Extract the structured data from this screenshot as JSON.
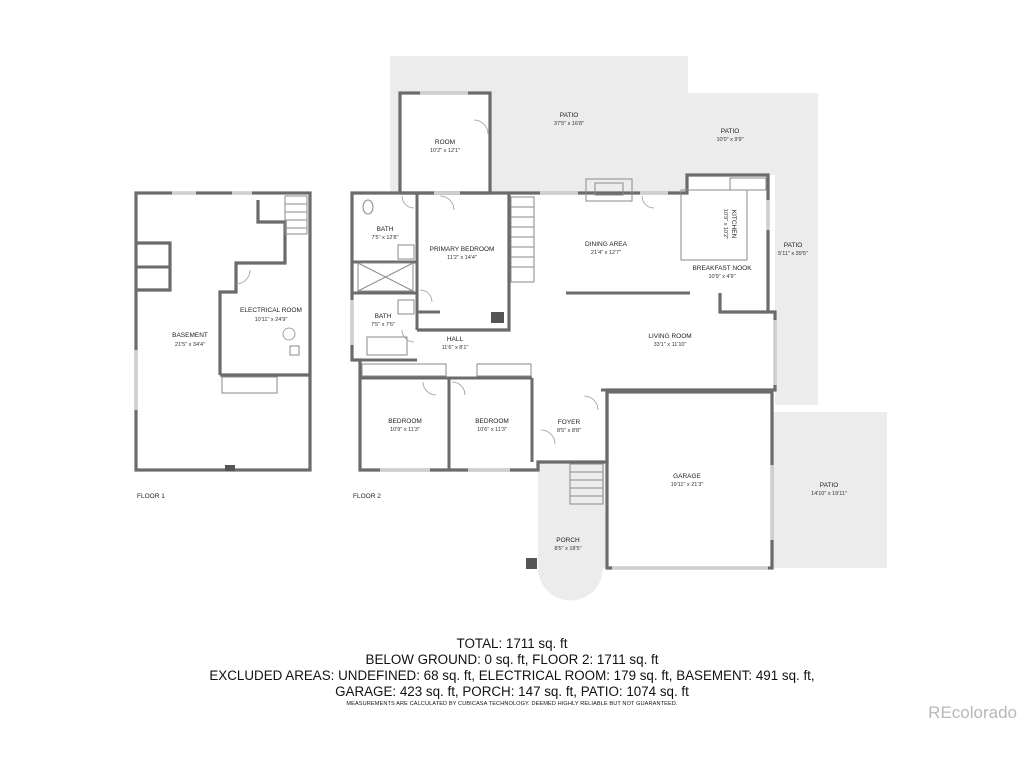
{
  "floors": {
    "floor1": "FLOOR 1",
    "floor2": "FLOOR 2"
  },
  "rooms": {
    "basement": {
      "name": "BASEMENT",
      "dims": "21'5\" x 34'4\""
    },
    "electrical_room": {
      "name": "ELECTRICAL ROOM",
      "dims": "10'11\" x 24'9\""
    },
    "room": {
      "name": "ROOM",
      "dims": "10'2\" x 12'1\""
    },
    "patio_top": {
      "name": "PATIO",
      "dims": "37'5\" x 16'8\""
    },
    "patio_top_right": {
      "name": "PATIO",
      "dims": "10'0\" x 9'9\""
    },
    "bath_1": {
      "name": "BATH",
      "dims": "7'5\" x 12'8\""
    },
    "primary_bedroom": {
      "name": "PRIMARY BEDROOM",
      "dims": "11'2\" x 14'4\""
    },
    "dining_area": {
      "name": "DINING AREA",
      "dims": "21'4\" x 12'7\""
    },
    "kitchen": {
      "name": "KITCHEN",
      "dims": "10'9\" x 10'2\""
    },
    "breakfast_nook": {
      "name": "BREAKFAST NOOK",
      "dims": "10'9\" x 4'9\""
    },
    "patio_side": {
      "name": "PATIO",
      "dims": "5'11\" x 39'5\""
    },
    "bath_2": {
      "name": "BATH",
      "dims": "7'5\" x 7'6\""
    },
    "hall": {
      "name": "HALL",
      "dims": "11'6\" x 8'1\""
    },
    "living_room": {
      "name": "LIVING ROOM",
      "dims": "33'1\" x 11'10\""
    },
    "bedroom_1": {
      "name": "BEDROOM",
      "dims": "10'9\" x 11'3\""
    },
    "bedroom_2": {
      "name": "BEDROOM",
      "dims": "10'6\" x 11'3\""
    },
    "foyer": {
      "name": "FOYER",
      "dims": "8'5\" x 8'8\""
    },
    "garage": {
      "name": "GARAGE",
      "dims": "19'11\" x 21'3\""
    },
    "patio_bottom": {
      "name": "PATIO",
      "dims": "14'10\" x 19'11\""
    },
    "porch": {
      "name": "PORCH",
      "dims": "8'5\" x 18'5\""
    }
  },
  "summary": {
    "total": "TOTAL: 1711 sq. ft",
    "below_ground": "BELOW GROUND: 0 sq. ft, FLOOR 2: 1711 sq. ft",
    "excluded_line1": "EXCLUDED AREAS: UNDEFINED: 68 sq. ft, ELECTRICAL ROOM: 179 sq. ft, BASEMENT: 491 sq. ft,",
    "excluded_line2": "GARAGE: 423 sq. ft, PORCH: 147 sq. ft, PATIO: 1074 sq. ft",
    "disclaimer": "MEASUREMENTS ARE CALCULATED BY CUBICASA TECHNOLOGY. DEEMED HIGHLY RELIABLE BUT NOT GUARANTEED."
  },
  "brand": "REcolorado",
  "colors": {
    "outdoor_fill": "#ececec",
    "wall": "#6b6b6b",
    "floor_fill": "#ffffff"
  }
}
